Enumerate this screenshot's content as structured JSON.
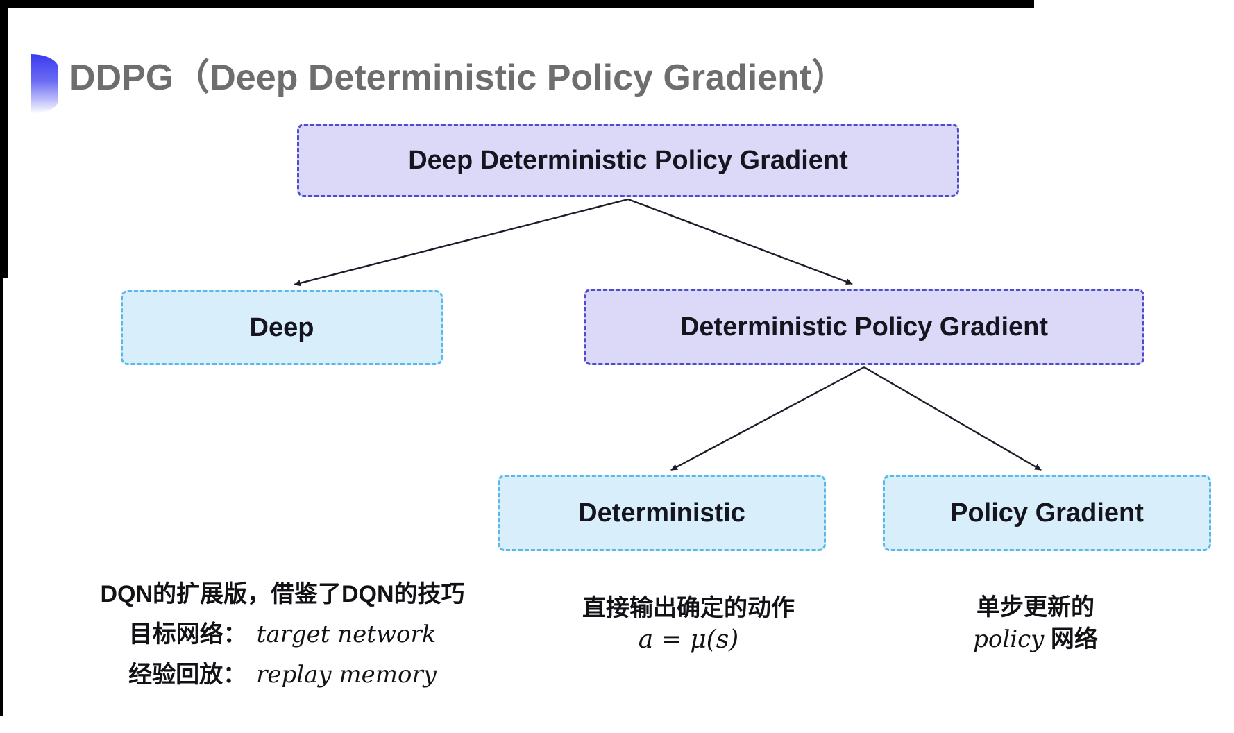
{
  "title": {
    "text": "DDPG（Deep Deterministic Policy Gradient）"
  },
  "nodes": [
    {
      "id": "root",
      "label": "Deep Deterministic Policy Gradient",
      "variant": "purple"
    },
    {
      "id": "deep",
      "label": "Deep",
      "variant": "cyan"
    },
    {
      "id": "dpg",
      "label": "Deterministic Policy Gradient",
      "variant": "purple"
    },
    {
      "id": "deterministic",
      "label": "Deterministic",
      "variant": "cyan"
    },
    {
      "id": "policy-gradient",
      "label": "Policy Gradient",
      "variant": "cyan"
    }
  ],
  "annotations": {
    "deep": {
      "line1": "DQN的扩展版，借鉴了DQN的技巧",
      "target_label": "目标网络：",
      "target_value": "target network",
      "replay_label": "经验回放：",
      "replay_value": "replay memory"
    },
    "deterministic": {
      "line1": "直接输出确定的动作",
      "formula": "a = μ(s)"
    },
    "policy_gradient": {
      "line1": "单步更新的",
      "word_italic": "policy",
      "word_rest": " 网络"
    }
  },
  "colors": {
    "purple_fill": "#dcd9f8",
    "purple_border": "#4c4cd2",
    "cyan_fill": "#d9eefb",
    "cyan_border": "#56b9e9",
    "arrow": "#1c1c2a",
    "title_gray": "#6e6e6e",
    "text_black": "#15151f",
    "bullet_blue": "#3a3af1"
  }
}
